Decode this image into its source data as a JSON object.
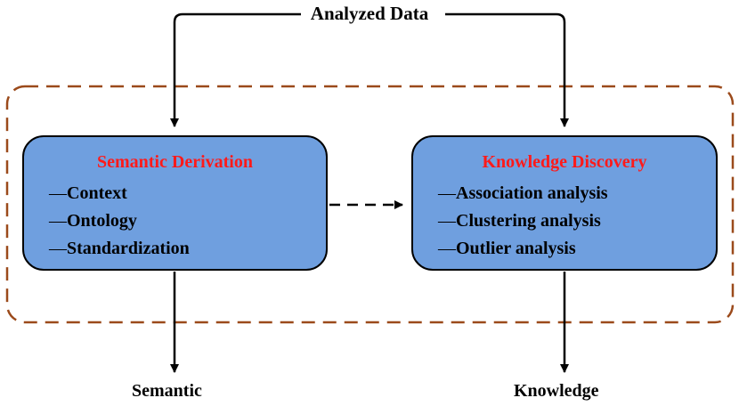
{
  "input_label": "Analyzed Data",
  "boxes": {
    "left": {
      "title": "Semantic Derivation",
      "items": [
        "Context",
        "Ontology",
        "Standardization"
      ]
    },
    "right": {
      "title": "Knowledge Discovery",
      "items": [
        "Association analysis",
        "Clustering analysis",
        "Outlier analysis"
      ]
    }
  },
  "outputs": {
    "left": "Semantic",
    "right": "Knowledge"
  },
  "colors": {
    "box_fill": "#6f9fdf",
    "box_title": "#ff1a1a",
    "dashed_group_border": "#9b4a1b",
    "arrows": "#000000"
  }
}
